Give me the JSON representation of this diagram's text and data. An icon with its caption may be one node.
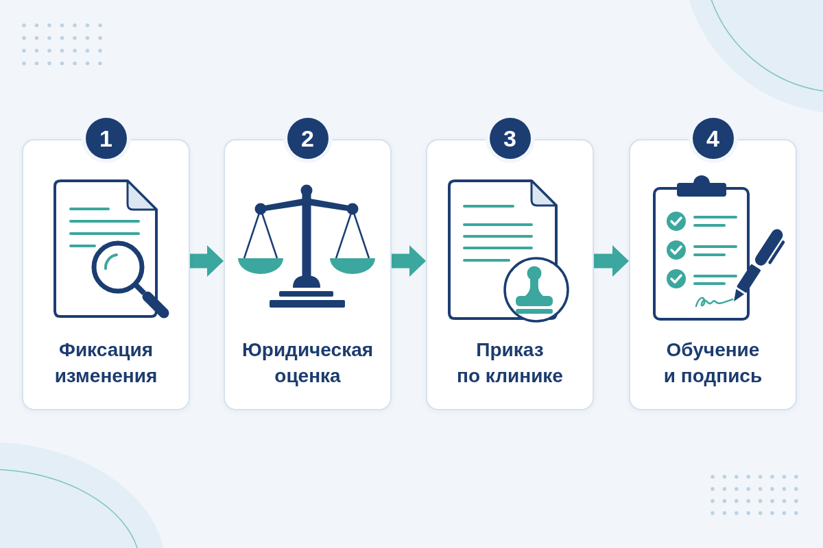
{
  "diagram": {
    "nodes": [
      {
        "text": [
          "1",
          "Фиксация изменения"
        ]
      },
      {
        "text": [
          "2",
          "Юридическая оценка"
        ]
      },
      {
        "text": [
          "3",
          "Приказ по клинике"
        ]
      },
      {
        "text": [
          "4",
          "Обучение и подпись"
        ]
      }
    ],
    "edges": [
      {
        "from": 0,
        "to": 1,
        "arrow": "to"
      },
      {
        "from": 1,
        "to": 2,
        "arrow": "to"
      },
      {
        "from": 2,
        "to": 3,
        "arrow": "to"
      }
    ]
  }
}
